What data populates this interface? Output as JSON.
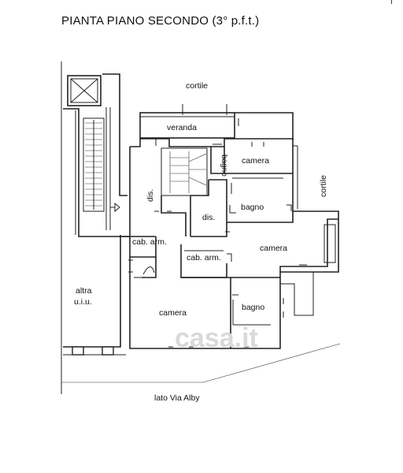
{
  "page_marker": "|",
  "title": "PIANTA PIANO SECONDO (3° p.f.t.)",
  "rooms": {
    "cortile_top": "cortile",
    "cortile_right": "cortile",
    "veranda": "veranda",
    "bagno_small": "bagno",
    "camera_top": "camera",
    "dis_vertical": "dis.",
    "bagno_mid": "bagno",
    "dis_center": "dis.",
    "cab_arm_left": "cab. arm.",
    "camera_right": "camera",
    "cab_arm_center": "cab. arm.",
    "altra_line1": "altra",
    "altra_line2": "u.i.u.",
    "bagno_lower": "bagno",
    "camera_lower": "camera"
  },
  "footer": "lato Via Alby",
  "watermark": "casa.it"
}
